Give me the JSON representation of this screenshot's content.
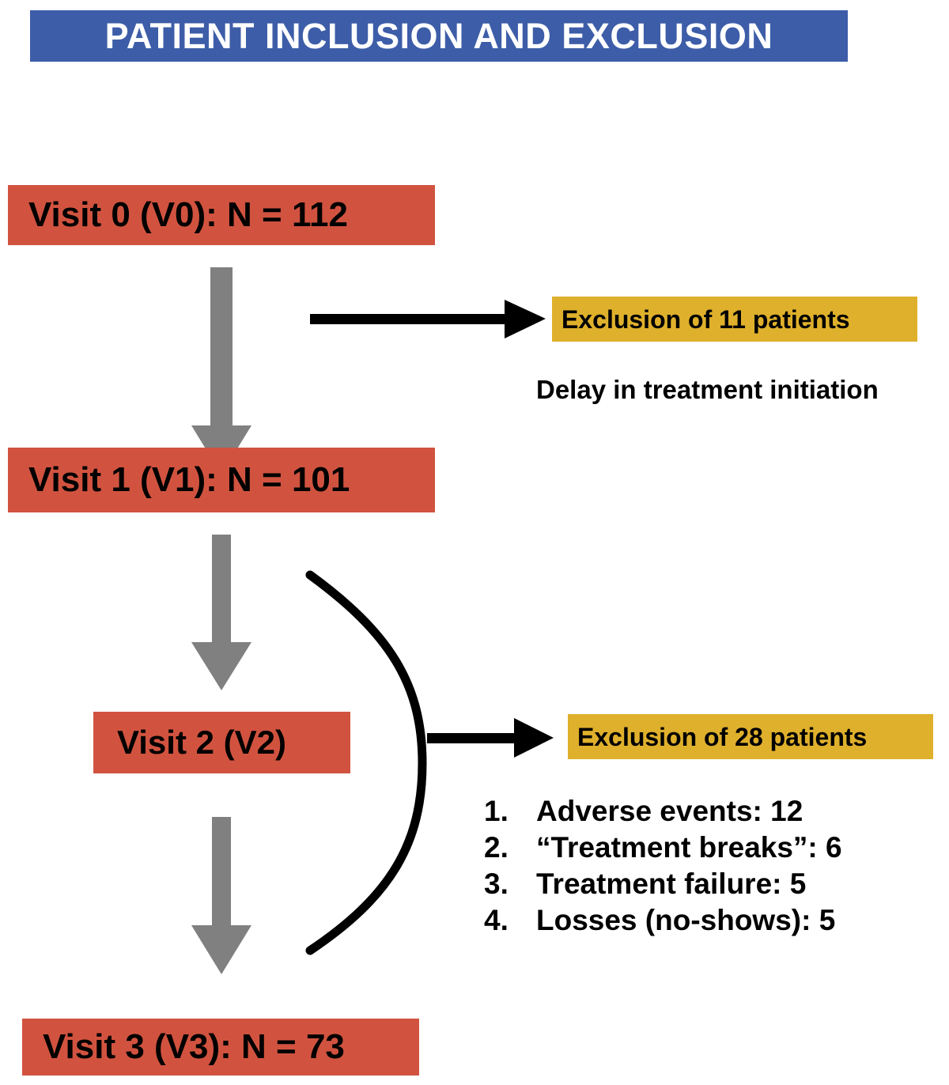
{
  "title": {
    "text": "PATIENT INCLUSION AND EXCLUSION",
    "banner_color": "#3D5DA8",
    "text_color": "#FFFFFF"
  },
  "palette": {
    "visit_box": "#D1533F",
    "exclusion_box": "#DFB02B",
    "flow_arrow": "#808080",
    "exclusion_arrow": "#000000",
    "brace": "#000000",
    "text": "#000000"
  },
  "flow": {
    "visits": [
      {
        "id": "v0",
        "label": "Visit 0 (V0): N = 112",
        "visit_name": "Visit 0",
        "code": "V0",
        "n": 112
      },
      {
        "id": "v1",
        "label": "Visit 1 (V1): N = 101",
        "visit_name": "Visit 1",
        "code": "V1",
        "n": 101
      },
      {
        "id": "v2",
        "label": "Visit 2 (V2)",
        "visit_name": "Visit 2",
        "code": "V2",
        "n": null
      },
      {
        "id": "v3",
        "label": "Visit 3 (V3): N = 73",
        "visit_name": "Visit 3",
        "code": "V3",
        "n": 73
      }
    ],
    "exclusions": [
      {
        "id": "exclusion-1",
        "label": "Exclusion of 11 patients",
        "count": 11,
        "from_visit": "v0",
        "note": "Delay in treatment initiation"
      },
      {
        "id": "exclusion-2",
        "label": "Exclusion of 28 patients",
        "count": 28,
        "from_visit": "v2",
        "reasons": [
          {
            "num": "1.",
            "text": "Adverse events: 12",
            "value": 12
          },
          {
            "num": "2.",
            "text": "“Treatment breaks”: 6",
            "value": 6
          },
          {
            "num": "3.",
            "text": "Treatment failure: 5",
            "value": 5
          },
          {
            "num": "4.",
            "text": "Losses (no-shows): 5",
            "value": 5
          }
        ]
      }
    ]
  },
  "chart_data": {
    "type": "diagram",
    "title": "PATIENT INCLUSION AND EXCLUSION",
    "nodes": [
      {
        "id": "v0",
        "label": "Visit 0 (V0): N = 112",
        "value": 112,
        "kind": "visit"
      },
      {
        "id": "v1",
        "label": "Visit 1 (V1): N = 101",
        "value": 101,
        "kind": "visit"
      },
      {
        "id": "v2",
        "label": "Visit 2 (V2)",
        "value": null,
        "kind": "visit"
      },
      {
        "id": "v3",
        "label": "Visit 3 (V3): N = 73",
        "value": 73,
        "kind": "visit"
      },
      {
        "id": "exclusion-1",
        "label": "Exclusion of 11 patients",
        "value": 11,
        "kind": "exclusion"
      },
      {
        "id": "exclusion-2",
        "label": "Exclusion of 28 patients",
        "value": 28,
        "kind": "exclusion"
      }
    ],
    "edges": [
      {
        "from": "v0",
        "to": "v1",
        "style": "gray-down-arrow"
      },
      {
        "from": "v0",
        "to": "exclusion-1",
        "style": "black-right-arrow"
      },
      {
        "from": "v1",
        "to": "v2",
        "style": "gray-down-arrow"
      },
      {
        "from": "v2",
        "to": "v3",
        "style": "gray-down-arrow"
      },
      {
        "from": "v2",
        "to": "exclusion-2",
        "style": "black-right-arrow"
      }
    ],
    "annotations": [
      "Delay in treatment initiation",
      "Adverse events: 12",
      "“Treatment breaks”: 6",
      "Treatment failure: 5",
      "Losses (no-shows): 5"
    ]
  }
}
